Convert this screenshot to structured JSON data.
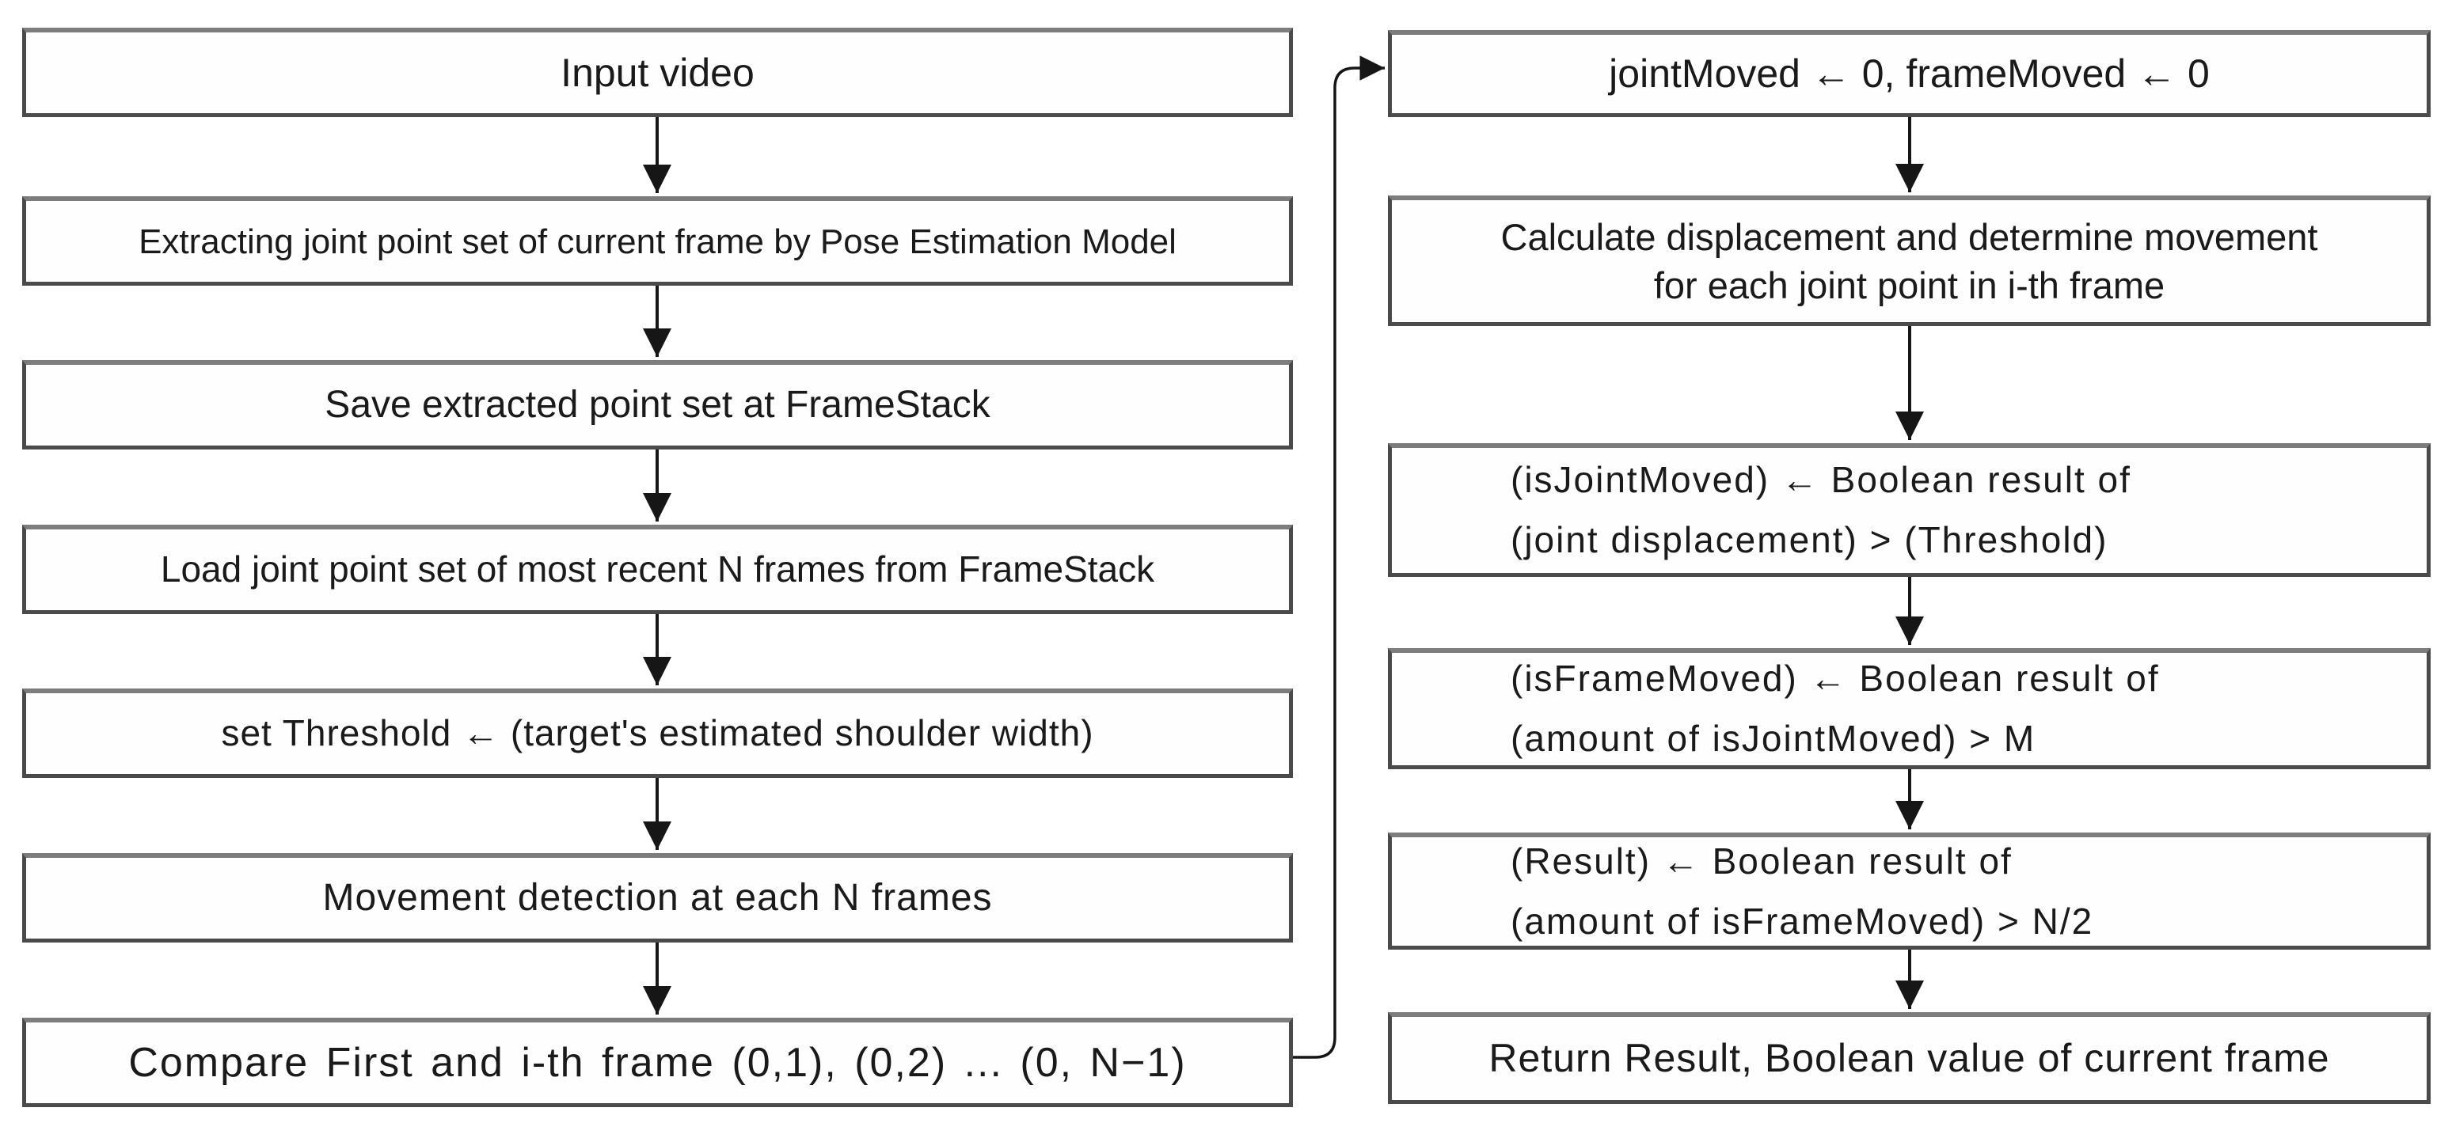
{
  "figure": {
    "title": "Movement detection flowchart",
    "background_color": "#ffffff",
    "box_fill_color": "#fefefe",
    "box_border_color": "#4a4a4a",
    "box_border_top_color": "#7d7d7d",
    "text_color": "#1a1a1a",
    "arrow_color": "#161616"
  },
  "left_column": {
    "nodes": [
      {
        "id": "input-video",
        "text": "Input video"
      },
      {
        "id": "extract-joint-points",
        "text": "Extracting joint point set of current frame by Pose Estimation Model"
      },
      {
        "id": "save-point-set",
        "text": "Save extracted point set at FrameStack"
      },
      {
        "id": "load-point-set",
        "text": "Load joint point set of most recent N frames from FrameStack"
      },
      {
        "id": "set-threshold",
        "text": "set Threshold ← (target's estimated shoulder width)"
      },
      {
        "id": "movement-detection",
        "text": "Movement detection at each N frames"
      },
      {
        "id": "compare-frames",
        "text": "Compare First and i-th frame (0,1), (0,2) ... (0, N−1)"
      }
    ]
  },
  "right_column": {
    "nodes": [
      {
        "id": "init-flags",
        "text": "jointMoved ← 0, frameMoved ← 0"
      },
      {
        "id": "calc-displacement",
        "line1": "Calculate displacement and determine movement",
        "line2": "for each joint point in i-th frame"
      },
      {
        "id": "is-joint-moved",
        "line1": "(isJointMoved) ← Boolean result of",
        "line2": "(joint displacement) > (Threshold)"
      },
      {
        "id": "is-frame-moved",
        "line1": "(isFrameMoved) ← Boolean result of",
        "line2": "(amount of isJointMoved) > M"
      },
      {
        "id": "compute-result",
        "line1": "(Result) ← Boolean result of",
        "line2": "(amount of isFrameMoved) > N/2"
      },
      {
        "id": "return-result",
        "text": "Return Result, Boolean value of current frame"
      }
    ]
  },
  "connector": {
    "from": "compare-frames",
    "to": "init-flags",
    "description": "loop-back edge from last left-column step to first right-column step"
  }
}
